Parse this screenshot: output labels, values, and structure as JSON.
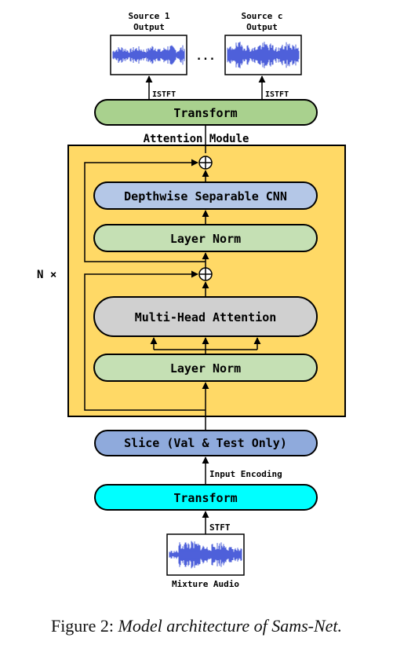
{
  "outputs": {
    "source1_line1": "Source 1",
    "source1_line2": "Output",
    "sourcec_line1": "Source c",
    "sourcec_line2": "Output",
    "ellipsis": "..."
  },
  "istft_left": "ISTFT",
  "istft_right": "ISTFT",
  "transform_top": "Transform",
  "attention_module_title": "Attention Module",
  "repeat_label": "N ×",
  "depthwise": "Depthwise Separable CNN",
  "layer_norm_top": "Layer Norm",
  "multi_head": "Multi-Head Attention",
  "layer_norm_bottom": "Layer Norm",
  "slice": "Slice (Val & Test Only)",
  "input_encoding": "Input Encoding",
  "transform_bottom": "Transform",
  "stft": "STFT",
  "mixture_audio": "Mixture Audio",
  "caption": {
    "prefix": "Figure 2: ",
    "text": "Model architecture of Sams-Net."
  },
  "colors": {
    "transform_top_fill": "#a9d18e",
    "attention_module_fill": "#ffd966",
    "depthwise_fill": "#b4c7e7",
    "layer_norm_fill": "#c5e0b4",
    "multi_head_fill": "#d0d0d0",
    "slice_fill": "#8faadc",
    "transform_bottom_fill": "#00ffff",
    "waveform": "#3a4fd6"
  }
}
